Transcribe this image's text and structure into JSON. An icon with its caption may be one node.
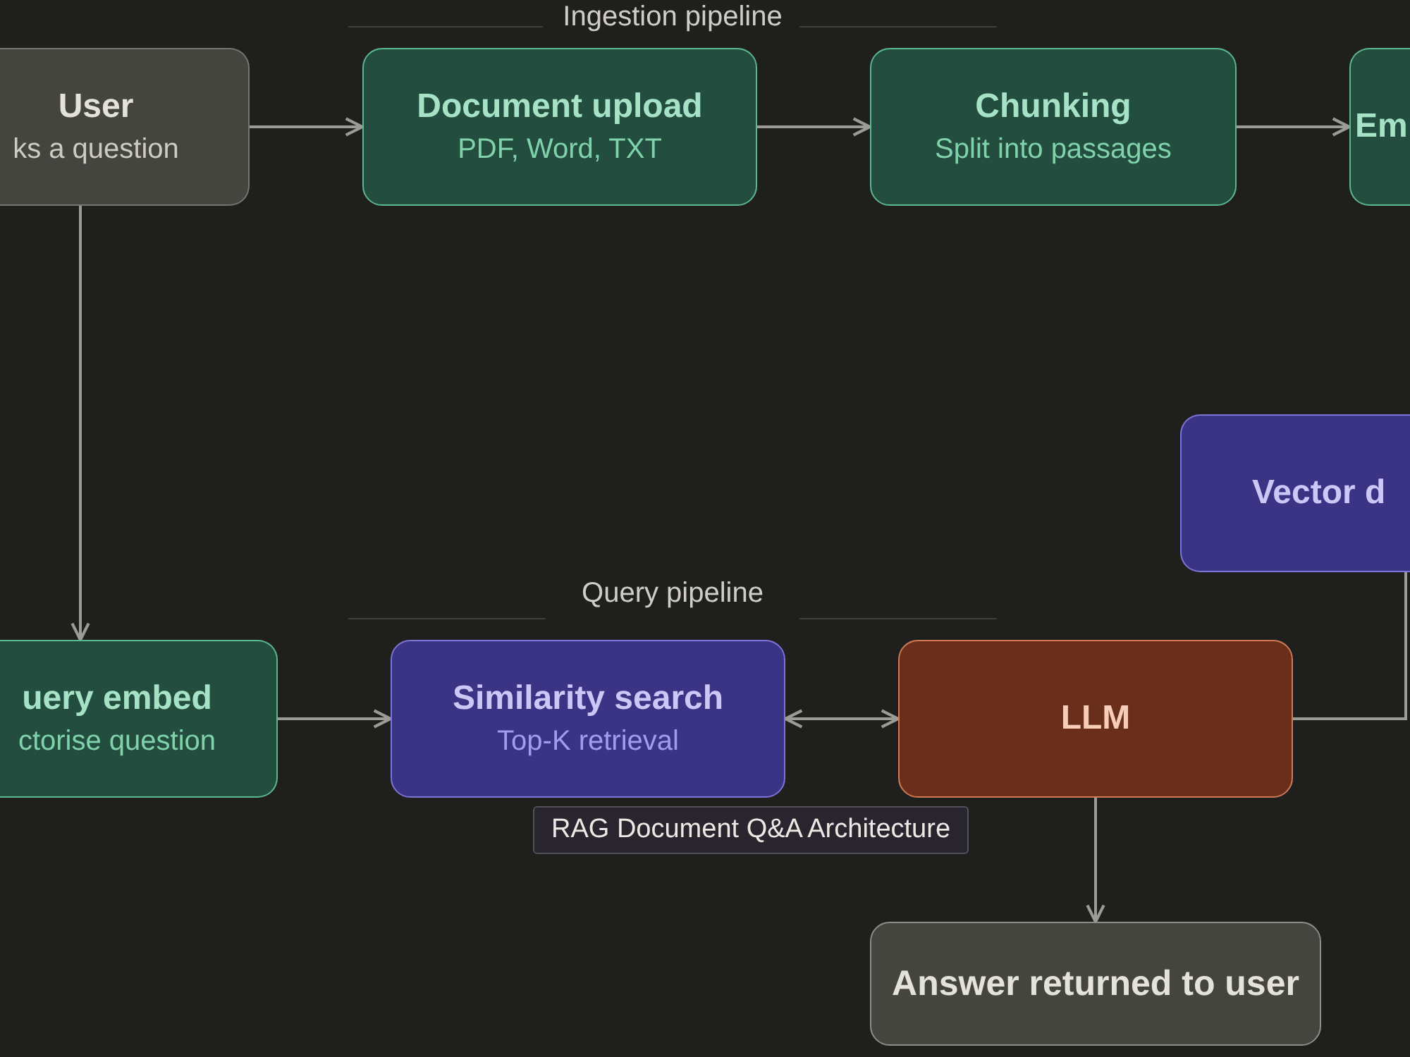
{
  "diagram": {
    "title": "RAG Document Q&A Architecture",
    "nodes": [
      {
        "text": [
          "User",
          "ks a question"
        ]
      },
      {
        "text": [
          "Document upload",
          "PDF, Word, TXT"
        ]
      },
      {
        "text": [
          "Chunking",
          "Split into passages"
        ]
      },
      {
        "text": [
          "Em"
        ]
      },
      {
        "text": [
          "Vector d"
        ]
      },
      {
        "text": [
          "uery embed",
          "ctorise question"
        ]
      },
      {
        "text": [
          "Similarity search",
          "Top-K retrieval"
        ]
      },
      {
        "text": [
          "LLM"
        ]
      },
      {
        "text": [
          "Answer returned to user"
        ]
      }
    ],
    "edges": [
      {
        "from": 0,
        "to": 1,
        "arrow": "to"
      },
      {
        "from": 1,
        "to": 2,
        "arrow": "to"
      },
      {
        "from": 2,
        "to": 3,
        "arrow": "to"
      },
      {
        "from": 0,
        "to": 5,
        "arrow": "to"
      },
      {
        "from": 5,
        "to": 6,
        "arrow": "to"
      },
      {
        "from": 6,
        "to": 7,
        "arrow": "both"
      },
      {
        "from": 4,
        "to": 7,
        "arrow": "none"
      },
      {
        "from": 7,
        "to": 8,
        "arrow": "to"
      }
    ],
    "labels": [
      "Ingestion pipeline",
      "Query pipeline"
    ]
  }
}
